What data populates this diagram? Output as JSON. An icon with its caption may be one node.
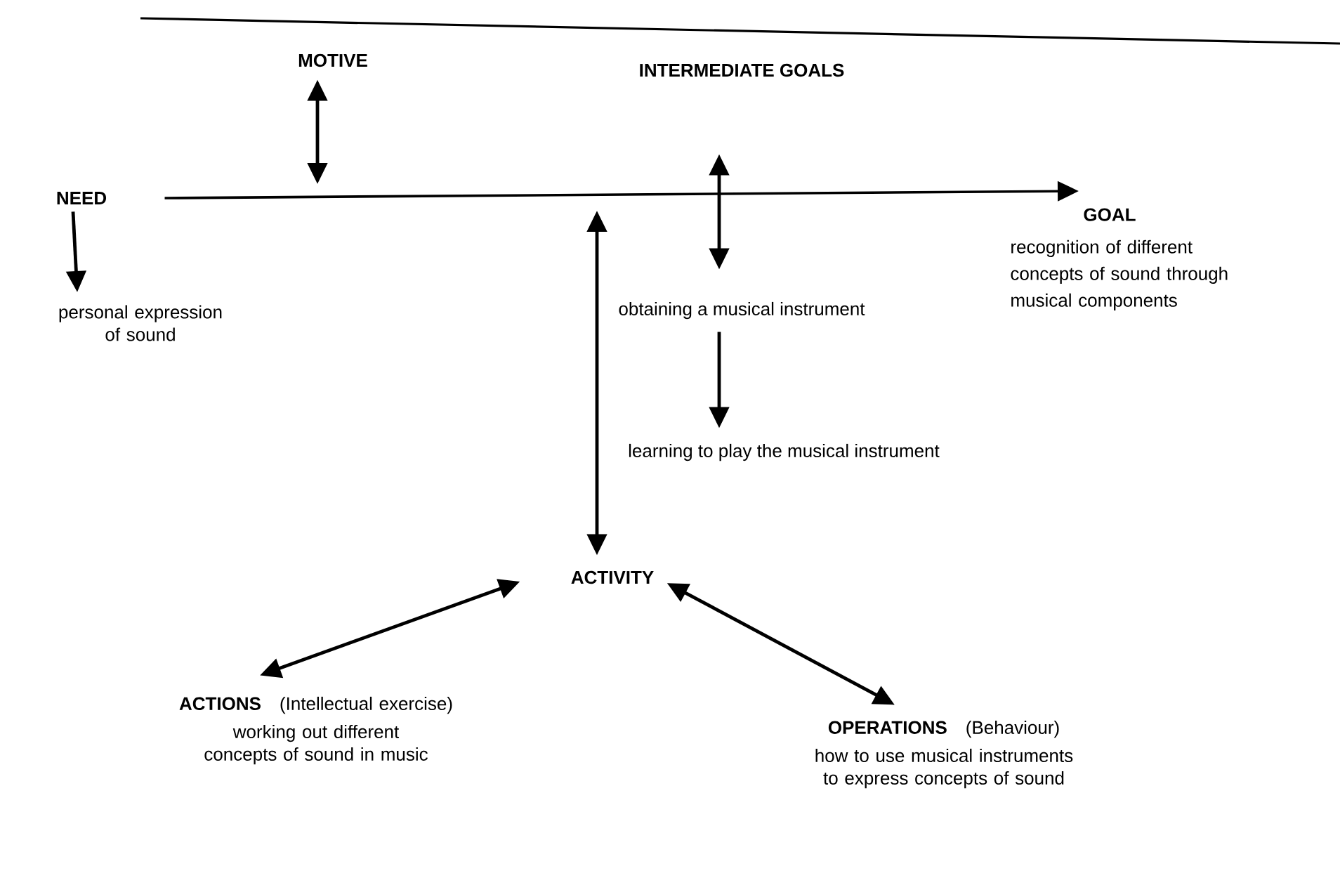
{
  "diagram": {
    "nodes": [
      {
        "text": [
          "MOTIVE"
        ]
      },
      {
        "text": [
          "INTERMEDIATE GOALS"
        ]
      },
      {
        "text": [
          "NEED"
        ]
      },
      {
        "text": [
          "personal expression of sound"
        ]
      },
      {
        "text": [
          "GOAL",
          "recognition of different concepts of sound through musical components"
        ]
      },
      {
        "text": [
          "obtaining a musical instrument"
        ]
      },
      {
        "text": [
          "learning to play the musical instrument"
        ]
      },
      {
        "text": [
          "ACTIVITY"
        ]
      },
      {
        "text": [
          "ACTIONS",
          "(Intellectual exercise)",
          "working out different concepts of sound in music"
        ]
      },
      {
        "text": [
          "OPERATIONS",
          "(Behaviour)",
          "how to use musical instruments to express concepts of sound"
        ]
      }
    ],
    "edges": [
      {
        "from": 2,
        "to": 4,
        "arrow": "to"
      },
      {
        "from": 0,
        "to": null,
        "arrow": "both"
      },
      {
        "from": 1,
        "to": 5,
        "arrow": "both"
      },
      {
        "from": 2,
        "to": 3,
        "arrow": "to"
      },
      {
        "from": 5,
        "to": 6,
        "arrow": "to"
      },
      {
        "from": null,
        "to": 7,
        "arrow": "both"
      },
      {
        "from": 7,
        "to": 8,
        "arrow": "both"
      },
      {
        "from": 7,
        "to": 9,
        "arrow": "both"
      }
    ]
  }
}
